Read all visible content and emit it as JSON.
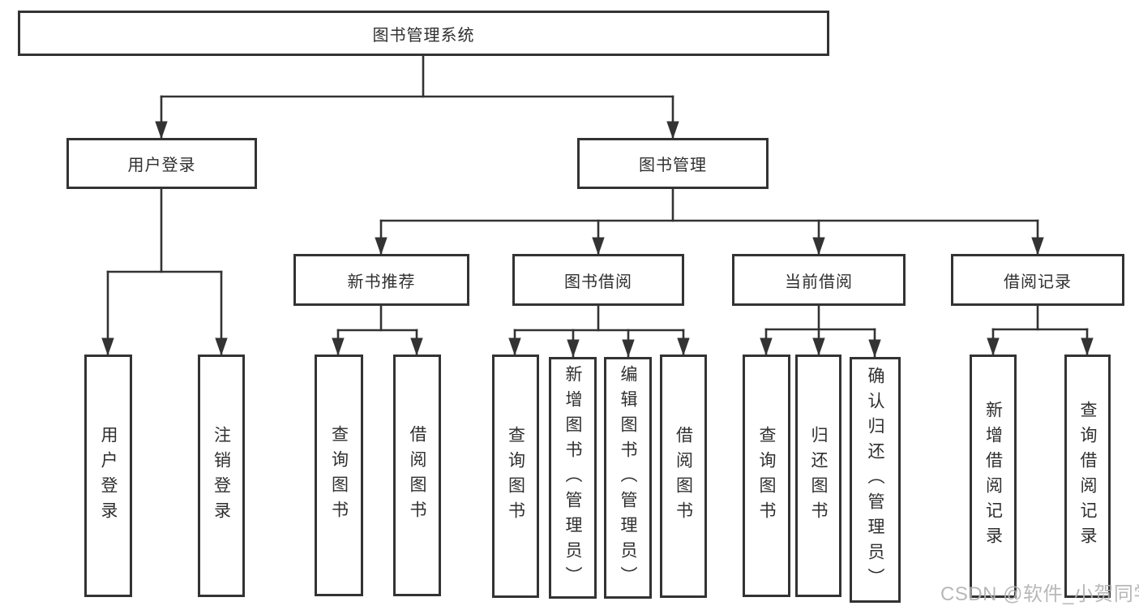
{
  "colors": {
    "box_border": "#333333",
    "connector": "#333333",
    "text": "#2f2f2f",
    "watermark": "#b2b2b2",
    "background": "#ffffff"
  },
  "watermark": {
    "text": "CSDN @软件_小贺同学"
  },
  "tree": {
    "root": {
      "label": "图书管理系统",
      "children": [
        {
          "label": "用户登录",
          "children": [
            {
              "label": "用户登录"
            },
            {
              "label": "注销登录"
            }
          ]
        },
        {
          "label": "图书管理",
          "children": [
            {
              "label": "新书推荐",
              "children": [
                {
                  "label": "查询图书"
                },
                {
                  "label": "借阅图书"
                }
              ]
            },
            {
              "label": "图书借阅",
              "children": [
                {
                  "label": "查询图书"
                },
                {
                  "label": "新增图书（管理员）"
                },
                {
                  "label": "编辑图书（管理员）"
                },
                {
                  "label": "借阅图书"
                }
              ]
            },
            {
              "label": "当前借阅",
              "children": [
                {
                  "label": "查询图书"
                },
                {
                  "label": "归还图书"
                },
                {
                  "label": "确认归还（管理员）"
                }
              ]
            },
            {
              "label": "借阅记录",
              "children": [
                {
                  "label": "新增借阅记录"
                },
                {
                  "label": "查询借阅记录"
                }
              ]
            }
          ]
        }
      ]
    }
  }
}
